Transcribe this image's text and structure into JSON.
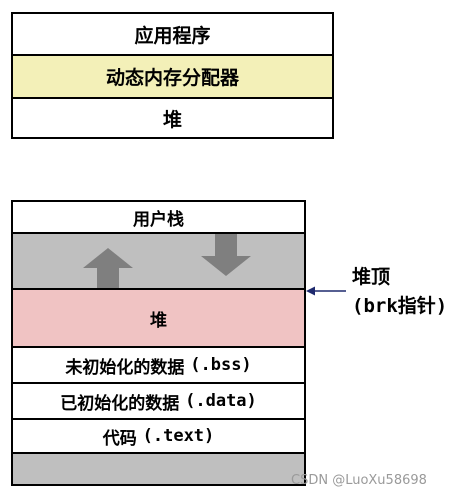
{
  "top_stack": {
    "application": "应用程序",
    "allocator": "动态内存分配器",
    "heap": "堆"
  },
  "memory_layout": {
    "user_stack": "用户栈",
    "heap": "堆",
    "bss_label": "未初始化的数据",
    "bss_section": "(.bss)",
    "data_label": "已初始化的数据",
    "data_section": "(.data)",
    "text_label": "代码",
    "text_section": "(.text)"
  },
  "annotation": {
    "line1": "堆顶",
    "line2": "(brk指针)"
  },
  "watermark": "CSDN @LuoXu58698",
  "colors": {
    "allocator_bg": "#f3f0b8",
    "gap_gray": "#bfbfbf",
    "heap_pink": "#f0c3c3",
    "arrow_gray": "#7f7f7f",
    "pointer_navy": "#1f2a6e"
  }
}
